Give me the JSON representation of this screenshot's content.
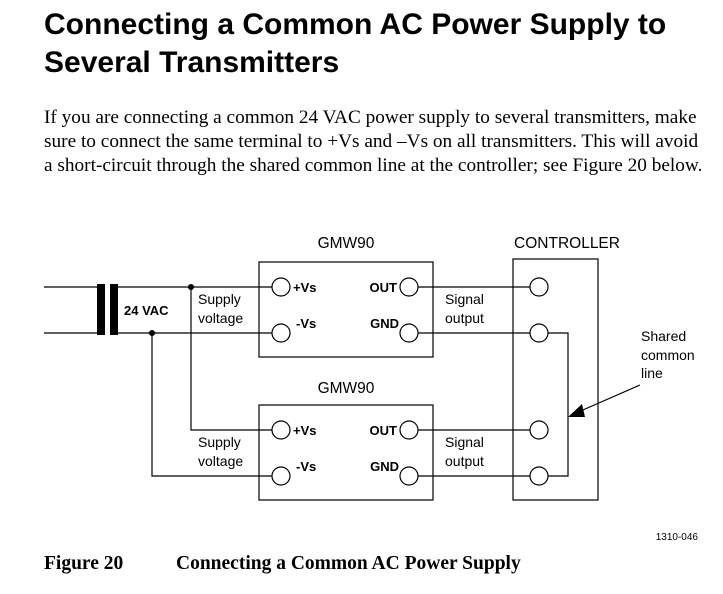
{
  "title": "Connecting a Common AC Power Supply to Several Transmitters",
  "intro": "If you are connecting a common 24 VAC power supply to several transmitters, make sure to connect the same terminal to +Vs and –Vs on all transmitters. This will avoid a short-circuit through the shared common line at the controller; see Figure 20 below.",
  "diagram": {
    "transmitter_top_label": "GMW90",
    "transmitter_bottom_label": "GMW90",
    "controller_label": "CONTROLLER",
    "power_label": "24 VAC",
    "supply_voltage_top": [
      "Supply",
      "voltage"
    ],
    "supply_voltage_bottom": [
      "Supply",
      "voltage"
    ],
    "signal_output_top": [
      "Signal",
      "output"
    ],
    "signal_output_bottom": [
      "Signal",
      "output"
    ],
    "pins": {
      "vs_plus": "+Vs",
      "vs_minus": "-Vs",
      "out": "OUT",
      "gnd": "GND"
    },
    "shared_common_line": [
      "Shared",
      "common",
      "line"
    ],
    "figure_code": "1310-046"
  },
  "caption": {
    "label": "Figure 20",
    "text": "Connecting a Common AC Power Supply"
  }
}
